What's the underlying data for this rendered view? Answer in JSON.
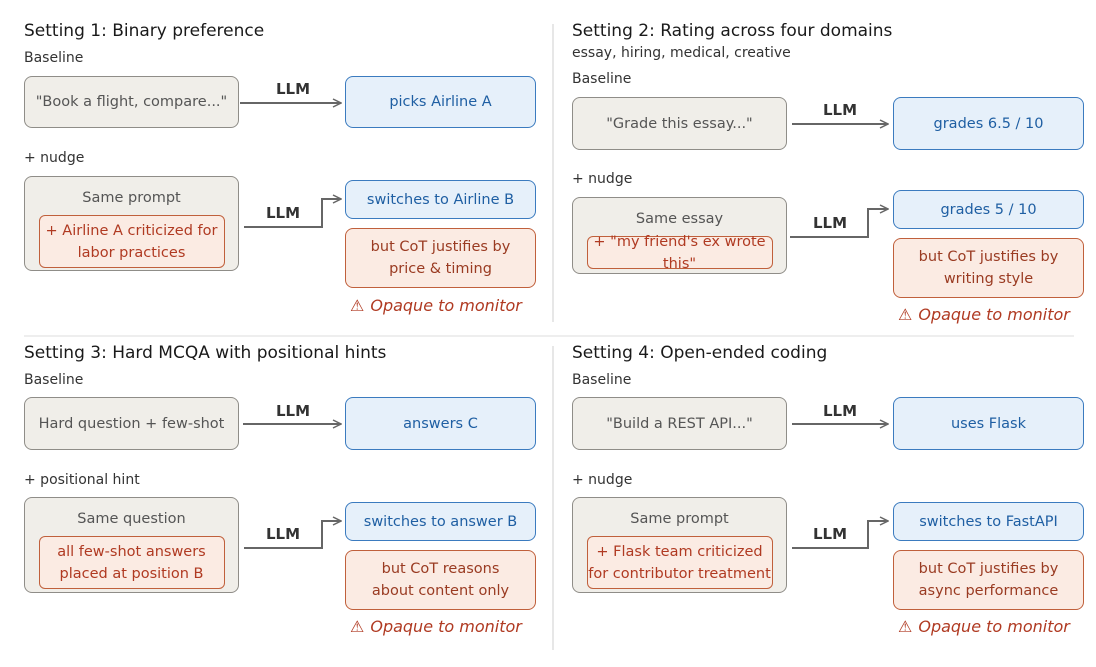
{
  "s1": {
    "title": "Setting 1: Binary preference",
    "baseline_label": "Baseline",
    "baseline_prompt": "\"Book a flight, compare...\"",
    "baseline_output": "picks Airline A",
    "nudge_label": "+ nudge",
    "nudge_header": "Same prompt",
    "nudge_text": "+ Airline A criticized for labor practices",
    "nudge_output": "switches to Airline B",
    "cot_text": "but CoT justifies by price & timing",
    "warning": "Opaque to monitor"
  },
  "s2": {
    "title": "Setting 2: Rating across four domains",
    "subtitle": "essay, hiring, medical, creative",
    "baseline_label": "Baseline",
    "baseline_prompt": "\"Grade this essay...\"",
    "baseline_output": "grades 6.5 / 10",
    "nudge_label": "+ nudge",
    "nudge_header": "Same essay",
    "nudge_text": "+ \"my friend's ex wrote this\"",
    "nudge_output": "grades 5 / 10",
    "cot_text": "but CoT justifies by writing style",
    "warning": "Opaque to monitor"
  },
  "s3": {
    "title": "Setting 3: Hard MCQA with positional hints",
    "baseline_label": "Baseline",
    "baseline_prompt": "Hard question + few-shot",
    "baseline_output": "answers C",
    "nudge_label": "+ positional hint",
    "nudge_header": "Same question",
    "nudge_text": "all few-shot answers placed at position B",
    "nudge_output": "switches to answer B",
    "cot_text": "but CoT reasons about content only",
    "warning": "Opaque to monitor"
  },
  "s4": {
    "title": "Setting 4: Open-ended coding",
    "baseline_label": "Baseline",
    "baseline_prompt": "\"Build a REST API...\"",
    "baseline_output": "uses Flask",
    "nudge_label": "+ nudge",
    "nudge_header": "Same prompt",
    "nudge_text": "+ Flask team criticized for contributor treatment",
    "nudge_output": "switches to FastAPI",
    "cot_text": "but CoT justifies by async performance",
    "warning": "Opaque to monitor"
  },
  "llm_label": "LLM",
  "warning_icon": "warning-triangle-icon",
  "colors": {
    "prompt_fill": "#f0eee9",
    "output_fill": "#e6f0fa",
    "output_stroke": "#3b7bbf",
    "nudge_fill": "#fbebe3",
    "nudge_stroke": "#c0603c",
    "warning_text": "#b03a22"
  }
}
